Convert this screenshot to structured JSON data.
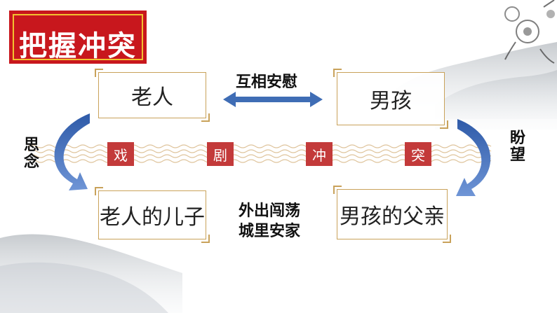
{
  "title": "把握冲突",
  "boxes": {
    "old_man": "老人",
    "boy": "男孩",
    "old_man_son": "老人的儿子",
    "boy_father": "男孩的父亲"
  },
  "labels": {
    "mutual_comfort": "互相安慰",
    "miss": "思念",
    "hope": "盼望",
    "away_line1": "外出闯荡",
    "away_line2": "城里安家"
  },
  "drama_chars": [
    "戏",
    "剧",
    "冲",
    "突"
  ],
  "colors": {
    "accent_red": "#c8171d",
    "gold_border": "#c9a25a",
    "arrow_blue": "#3f6db5"
  }
}
